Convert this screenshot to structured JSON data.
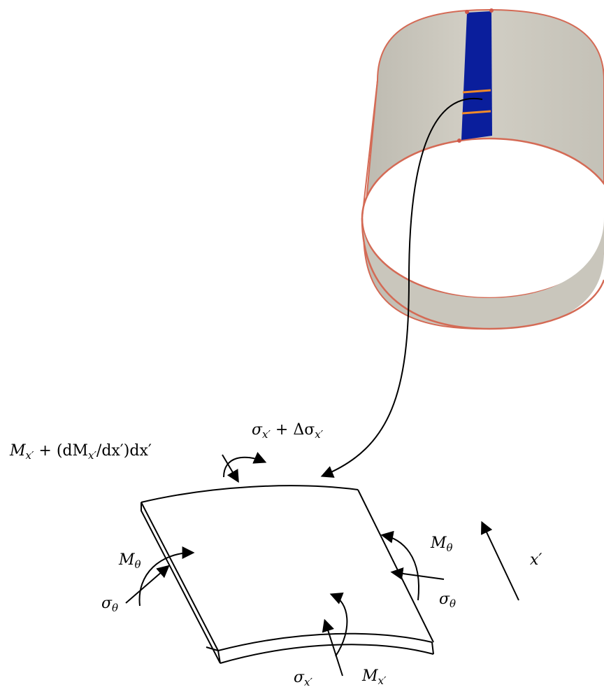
{
  "labels": {
    "top_stress": {
      "base": "σ",
      "sub": "x′",
      "rest": " + Δσ",
      "rest_sub": "x′"
    },
    "top_moment": {
      "text": "M",
      "sub": "x′",
      "rest": " + (dM",
      "rest_sub": "x′",
      "tail": "/dx′)dx′"
    },
    "left_moment": {
      "base": "M",
      "sub": "θ"
    },
    "left_stress": {
      "base": "σ",
      "sub": "θ"
    },
    "right_moment": {
      "base": "M",
      "sub": "θ"
    },
    "right_stress": {
      "base": "σ",
      "sub": "θ"
    },
    "bottom_stress": {
      "base": "σ",
      "sub": "x′"
    },
    "bottom_moment": {
      "base": "M",
      "sub": "x′"
    },
    "axis": {
      "base": "x′"
    }
  },
  "colors": {
    "cylinder_fill": "#cfccc1",
    "cylinder_edge": "#d46a55",
    "strip_fill": "#0a1e9c",
    "strip_marks": "#f08a2a",
    "ink": "#000000"
  }
}
